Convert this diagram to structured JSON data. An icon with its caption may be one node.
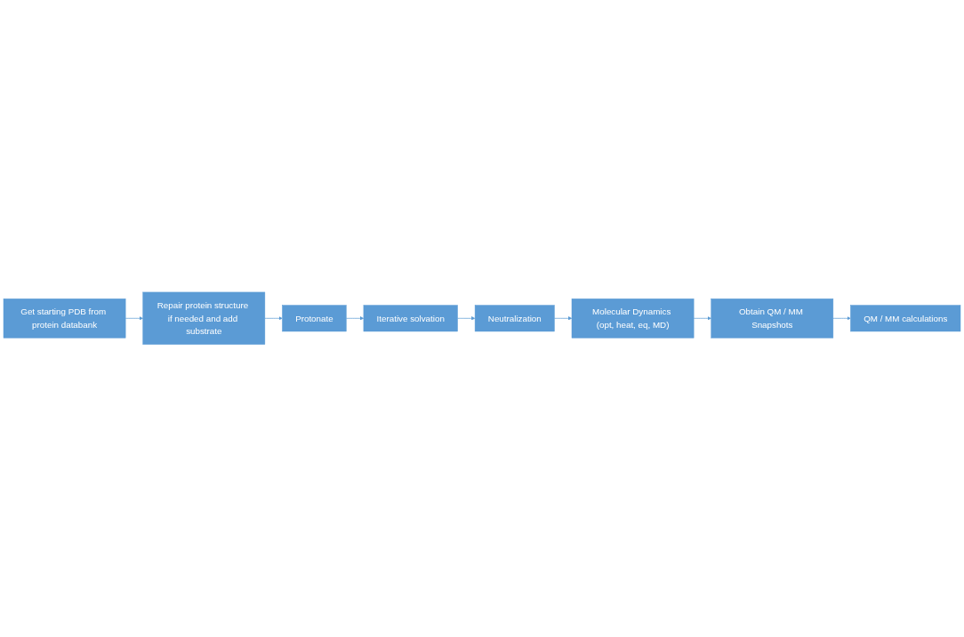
{
  "diagram": {
    "nodes": [
      {
        "text": [
          "Get starting PDB from protein databank"
        ]
      },
      {
        "text": [
          "Repair protein structure if needed and add substrate"
        ]
      },
      {
        "text": [
          "Protonate"
        ]
      },
      {
        "text": [
          "Iterative solvation"
        ]
      },
      {
        "text": [
          "Neutralization"
        ]
      },
      {
        "text": [
          "Molecular Dynamics (opt, heat, eq, MD)"
        ]
      },
      {
        "text": [
          "Obtain QM / MM Snapshots"
        ]
      },
      {
        "text": [
          "QM / MM calculations"
        ]
      }
    ],
    "edges": [
      {
        "from": 0,
        "to": 1,
        "arrow": "to"
      },
      {
        "from": 1,
        "to": 2,
        "arrow": "to"
      },
      {
        "from": 2,
        "to": 3,
        "arrow": "to"
      },
      {
        "from": 3,
        "to": 4,
        "arrow": "to"
      },
      {
        "from": 4,
        "to": 5,
        "arrow": "to"
      },
      {
        "from": 5,
        "to": 6,
        "arrow": "to"
      },
      {
        "from": 6,
        "to": 7,
        "arrow": "to"
      }
    ]
  }
}
